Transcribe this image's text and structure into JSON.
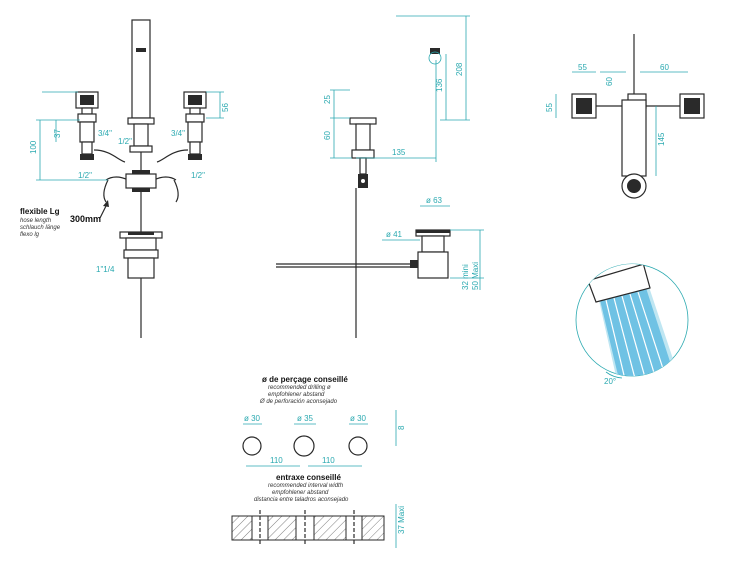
{
  "left_view": {
    "dims": {
      "d37": "37",
      "d100": "100",
      "d56": "56",
      "thread_left": "3/4\"",
      "thread_right": "3/4\"",
      "thread_center": "1/2\"",
      "half_left": "1/2\"",
      "half_right": "1/2\"",
      "waste_thread": "1\"1/4"
    },
    "hose": {
      "title": "flexible Lg",
      "lines": [
        "hose length",
        "schlauch länge",
        "flexo lg"
      ],
      "length": "300mm"
    }
  },
  "side_view": {
    "dims": {
      "d208": "208",
      "d136": "136",
      "d25": "25",
      "d60": "60",
      "d135": "135",
      "d63": "ø 63",
      "d41": "ø 41",
      "height_range": [
        "32 mini",
        "50 Maxi"
      ]
    }
  },
  "top_view": {
    "dims": {
      "d55_top": "55",
      "d60_a": "60",
      "d60_b": "60",
      "d55_side": "55",
      "d145": "145"
    }
  },
  "spray_detail": {
    "angle": "20°"
  },
  "drilling": {
    "title": "ø de perçage conseillé",
    "lines": [
      "recommended drilling ø",
      "empfohlener abstand",
      "Ø de perforación aconsejado"
    ],
    "holes": [
      "ø 30",
      "ø 35",
      "ø 30"
    ],
    "spacing": [
      "110",
      "110"
    ],
    "offset": "8"
  },
  "interval": {
    "title": "entraxe conseillé",
    "lines": [
      "recommended interval width",
      "empfohlener abstand",
      "distancia entre taladros aconsejado"
    ],
    "max": "37 Maxi"
  }
}
